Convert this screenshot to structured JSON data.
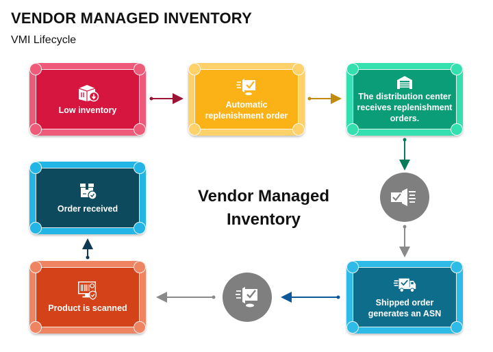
{
  "header": {
    "title": "VENDOR MANAGED INVENTORY",
    "subtitle": "VMI Lifecycle"
  },
  "center_title": {
    "line1": "Vendor Managed",
    "line2": "Inventory"
  },
  "steps": [
    {
      "id": "low-inventory",
      "label": "Low inventory",
      "icon": "box-down-arrow-icon",
      "color": "#d7163f",
      "rim": "#ee5b7a"
    },
    {
      "id": "automatic-replenishment-order",
      "label": "Automatic replenishment order",
      "icon": "monitor-checkmark-icon",
      "color": "#fbb217",
      "rim": "#fed16b"
    },
    {
      "id": "distribution-center",
      "label": "The distribution center receives replenishment orders.",
      "icon": "warehouse-icon",
      "color": "#0a9d77",
      "rim": "#35e0b0"
    },
    {
      "id": "shipped-order-asn",
      "label": "Shipped order generates an ASN",
      "icon": "delivery-truck-icon",
      "color": "#0f6d8c",
      "rim": "#2ebbe8"
    },
    {
      "id": "product-scanned",
      "label": "Product is scanned",
      "icon": "barcode-scanner-icon",
      "color": "#d34219",
      "rim": "#ef8463"
    },
    {
      "id": "order-received",
      "label": "Order received",
      "icon": "package-check-icon",
      "color": "#0e4a5e",
      "rim": "#22b5e6"
    }
  ],
  "connector_colors": {
    "red": "#9b1434",
    "gold": "#c48a10",
    "green": "#0a7a5c",
    "gray": "#8a8a8a",
    "blue": "#0b5799",
    "navy": "#0e3a55"
  },
  "circle_icons": [
    {
      "icon": "monitor-checkmark-icon"
    },
    {
      "icon": "monitor-checkmark-icon"
    }
  ]
}
